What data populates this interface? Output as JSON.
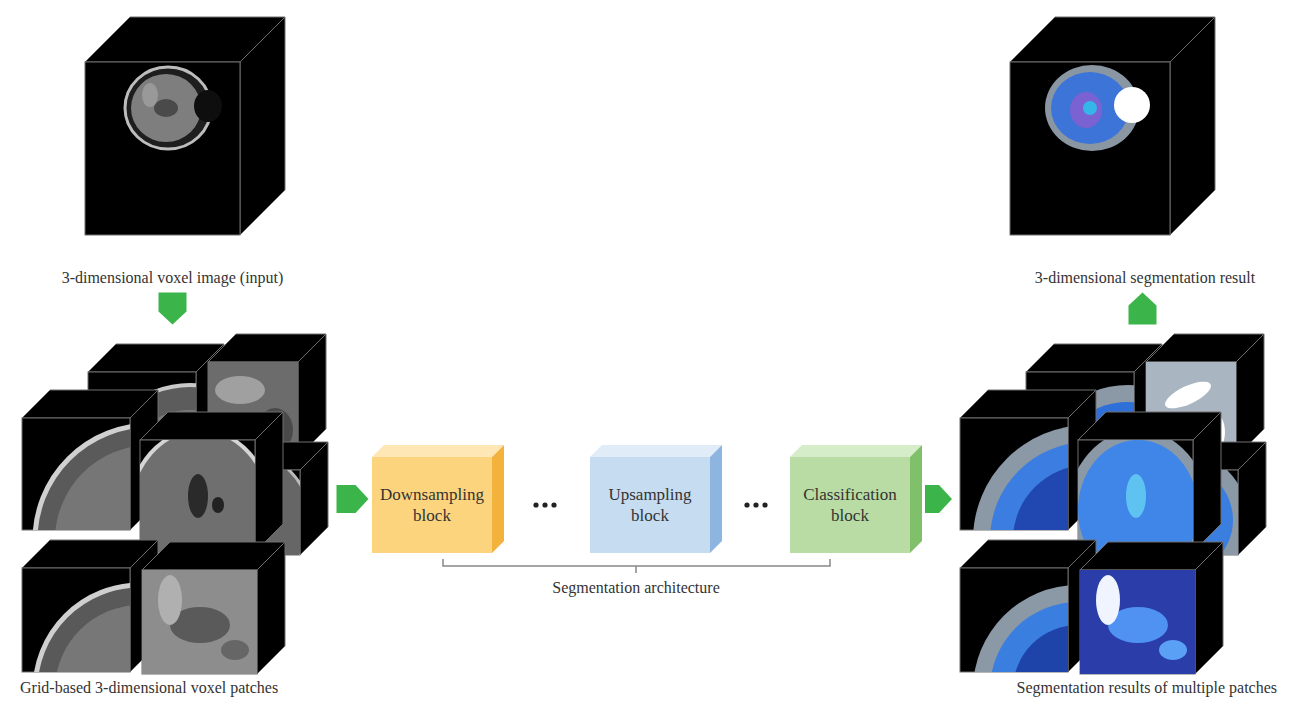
{
  "diagram": {
    "nodes": [
      {
        "text": [
          "3-dimensional voxel image (input)"
        ]
      },
      {
        "text": [
          "Grid-based 3-dimensional voxel patches"
        ]
      },
      {
        "text": [
          "Downsampling block"
        ]
      },
      {
        "text": [
          "Upsampling block"
        ]
      },
      {
        "text": [
          "Classification block"
        ]
      },
      {
        "text": [
          "Segmentation results of multiple patches"
        ]
      },
      {
        "text": [
          "3-dimensional segmentation result"
        ]
      }
    ],
    "edges": [
      {
        "from": 0,
        "to": 1,
        "arrow": "to"
      },
      {
        "from": 1,
        "to": 2,
        "arrow": "to"
      },
      {
        "from": 4,
        "to": 5,
        "arrow": "to"
      },
      {
        "from": 5,
        "to": 6,
        "arrow": "to"
      }
    ],
    "labels": [
      "Segmentation architecture"
    ]
  }
}
